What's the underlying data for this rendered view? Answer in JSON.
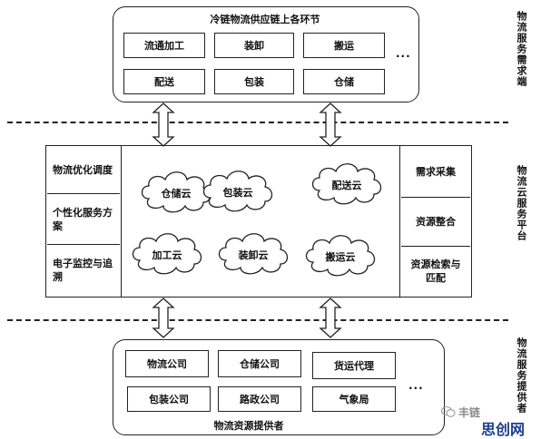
{
  "top": {
    "title": "冷链物流供应链上各环节",
    "row1": [
      "流通加工",
      "装卸",
      "搬运"
    ],
    "row2": [
      "配送",
      "包装",
      "仓储"
    ],
    "ellipsis": "...",
    "side_label": "物流服务需求端"
  },
  "middle": {
    "left": [
      "物流优化调度",
      "个性化服务方案",
      "电子监控与追溯"
    ],
    "clouds_row1": [
      "仓储云",
      "包装云",
      "配送云"
    ],
    "clouds_row2": [
      "加工云",
      "装卸云",
      "搬运云"
    ],
    "right": [
      "需求采集",
      "资源整合",
      "资源检索与匹配"
    ],
    "side_label": "物流云服务平台"
  },
  "bottom": {
    "row1": [
      "物流公司",
      "仓储公司",
      "货运代理"
    ],
    "row2": [
      "包装公司",
      "路政公司",
      "气象局"
    ],
    "ellipsis": "...",
    "title": "物流资源提供者",
    "side_label": "物流服务提供者"
  },
  "watermark": {
    "text": "丰链",
    "brand": "思创网"
  }
}
